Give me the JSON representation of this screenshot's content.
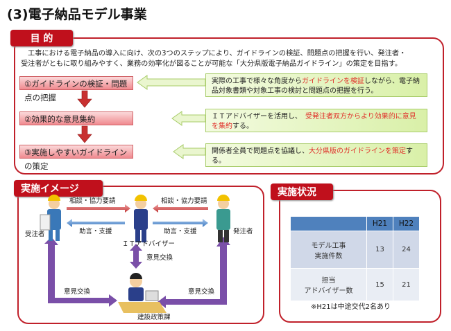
{
  "title": "(3)電子納品モデル事業",
  "purpose": {
    "tab": "目 的",
    "intro_line1": "工事における電子納品の導入に向け、次の3つのステップにより、ガイドラインの検証、問題点の把握を行い、発注者・",
    "intro_line2": "受注者がともに取り組みやすく、業務の効率化が図ることが可能な「大分県版電子納品ガイドライン」の策定を目指す。",
    "steps": [
      {
        "label": "①ガイドラインの検証・問題点の把握",
        "desc_a": "実際の工事で様々な角度から",
        "desc_hl": "ガイドラインを検証",
        "desc_b": "しながら、電子納品対象書類や対象工事の検討と問題点の把握を行う。"
      },
      {
        "label": "②効果的な意見集約",
        "desc_a": "ＩＴアドバイザーを活用し、　",
        "desc_hl": "受発注者双方からより効果的に意見を集約",
        "desc_b": "する。"
      },
      {
        "label": "③実施しやすいガイドラインの策定",
        "desc_a": "関係者全員で問題点を協議し、",
        "desc_hl": "大分県版のガイドラインを策定",
        "desc_b": "する。"
      }
    ]
  },
  "image": {
    "tab": "実施イメージ",
    "consult_left": "相談・協力要請",
    "consult_right": "相談・協力要請",
    "advice_left": "助言・支援",
    "advice_right": "助言・支援",
    "contractor": "受注者",
    "orderer": "発注者",
    "advisor": "ＩＴアドバイザー",
    "exchange_center": "意見交換",
    "exchange_left": "意見交換",
    "exchange_right": "意見交換",
    "division": "建設政策課"
  },
  "status": {
    "tab": "実施状況",
    "headers": [
      "",
      "H21",
      "H22"
    ],
    "rows": [
      {
        "label1": "モデル工事",
        "label2": "実施件数",
        "h21": "13",
        "h22": "24"
      },
      {
        "label1": "担当",
        "label2": "アドバイザー数",
        "h21": "15",
        "h22": "21"
      }
    ],
    "note": "※H21は中途交代2名あり"
  },
  "colors": {
    "red": "#c0101c",
    "blue": "#4f81bd",
    "purple": "#7a4fa8",
    "green": "#d9f0a8"
  }
}
